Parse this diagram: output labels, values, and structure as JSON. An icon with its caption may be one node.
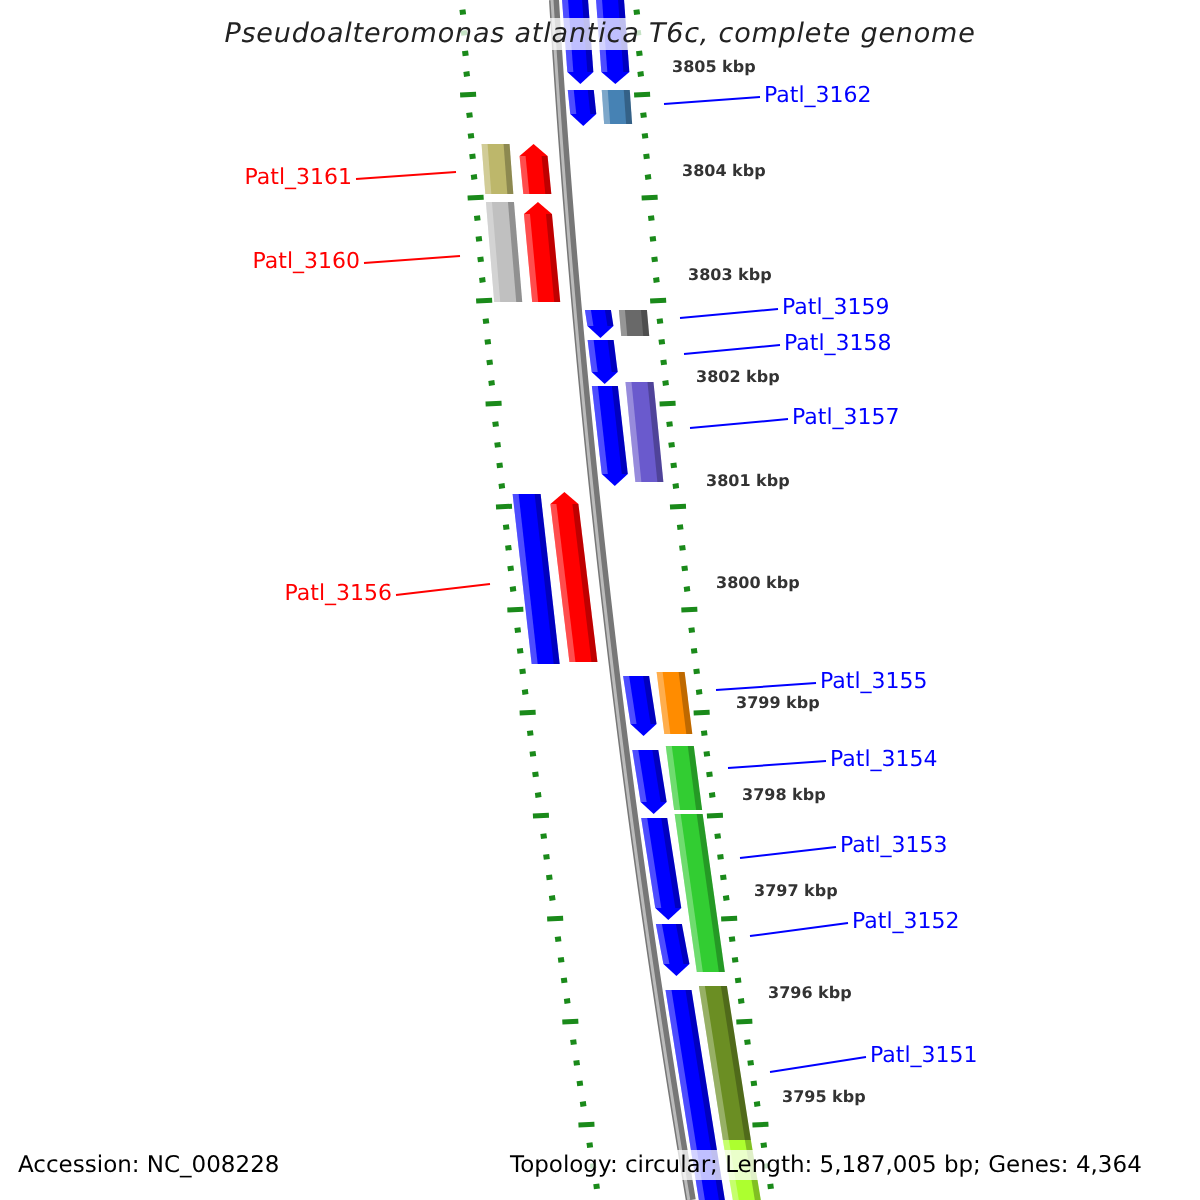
{
  "diagram": {
    "title": "Pseudoalteromonas atlantica T6c, complete genome",
    "nodes": [
      {
        "text": [
          "Patl_3162"
        ]
      },
      {
        "text": [
          "Patl_3161"
        ]
      },
      {
        "text": [
          "Patl_3160"
        ]
      },
      {
        "text": [
          "Patl_3159"
        ]
      },
      {
        "text": [
          "Patl_3158"
        ]
      },
      {
        "text": [
          "Patl_3157"
        ]
      },
      {
        "text": [
          "Patl_3156"
        ]
      },
      {
        "text": [
          "Patl_3155"
        ]
      },
      {
        "text": [
          "Patl_3154"
        ]
      },
      {
        "text": [
          "Patl_3153"
        ]
      },
      {
        "text": [
          "Patl_3152"
        ]
      },
      {
        "text": [
          "Patl_3151"
        ]
      }
    ],
    "edges": [
      {
        "from": 0,
        "to": null,
        "arrow": "none"
      },
      {
        "from": 1,
        "to": null,
        "arrow": "none",
        "color": "#ff0000"
      },
      {
        "from": 2,
        "to": null,
        "arrow": "none",
        "color": "#ff0000"
      },
      {
        "from": 3,
        "to": null,
        "arrow": "none"
      },
      {
        "from": 4,
        "to": null,
        "arrow": "none"
      },
      {
        "from": 5,
        "to": null,
        "arrow": "none"
      },
      {
        "from": 6,
        "to": null,
        "arrow": "none",
        "color": "#ff0000"
      },
      {
        "from": 7,
        "to": null,
        "arrow": "none"
      },
      {
        "from": 8,
        "to": null,
        "arrow": "none"
      },
      {
        "from": 9,
        "to": null,
        "arrow": "none"
      },
      {
        "from": 10,
        "to": null,
        "arrow": "none"
      },
      {
        "from": 11,
        "to": null,
        "arrow": "none"
      }
    ],
    "labels": [
      "3805 kbp",
      "3804 kbp",
      "3803 kbp",
      "3802 kbp",
      "3801 kbp",
      "3800 kbp",
      "3799 kbp",
      "3798 kbp",
      "3797 kbp",
      "3796 kbp",
      "3795 kbp",
      "Accession: NC_008228",
      "Topology: circular; Length: 5,187,005 bp; Genes: 4,364"
    ]
  }
}
